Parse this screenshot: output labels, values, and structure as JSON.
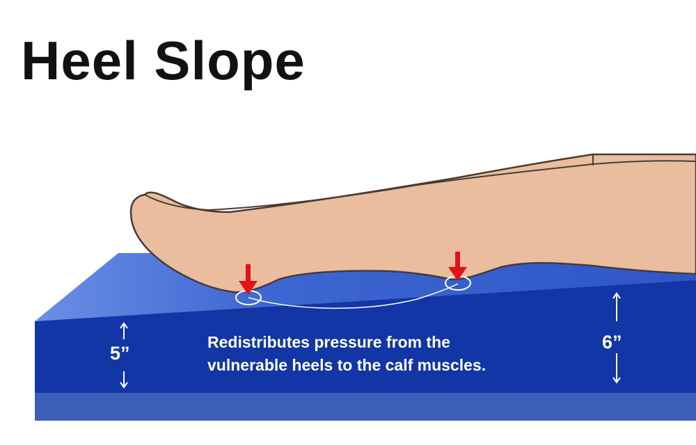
{
  "title": "Heel Slope",
  "caption": {
    "line1": "Redistributes pressure from the",
    "line2": "vulnerable heels to the calf muscles."
  },
  "dimensions": {
    "left_height": "5”",
    "right_height": "6”"
  },
  "colors": {
    "cushion_front": "#1236a6",
    "cushion_top": "#3f68d3",
    "cushion_base": "#3c5fb7",
    "skin": "#e9bd9e",
    "skin_outline": "#4a3a33",
    "arrow": "#e3111b"
  },
  "icons": [
    "pressure-arrow-icon",
    "up-down-arrow-icon"
  ]
}
